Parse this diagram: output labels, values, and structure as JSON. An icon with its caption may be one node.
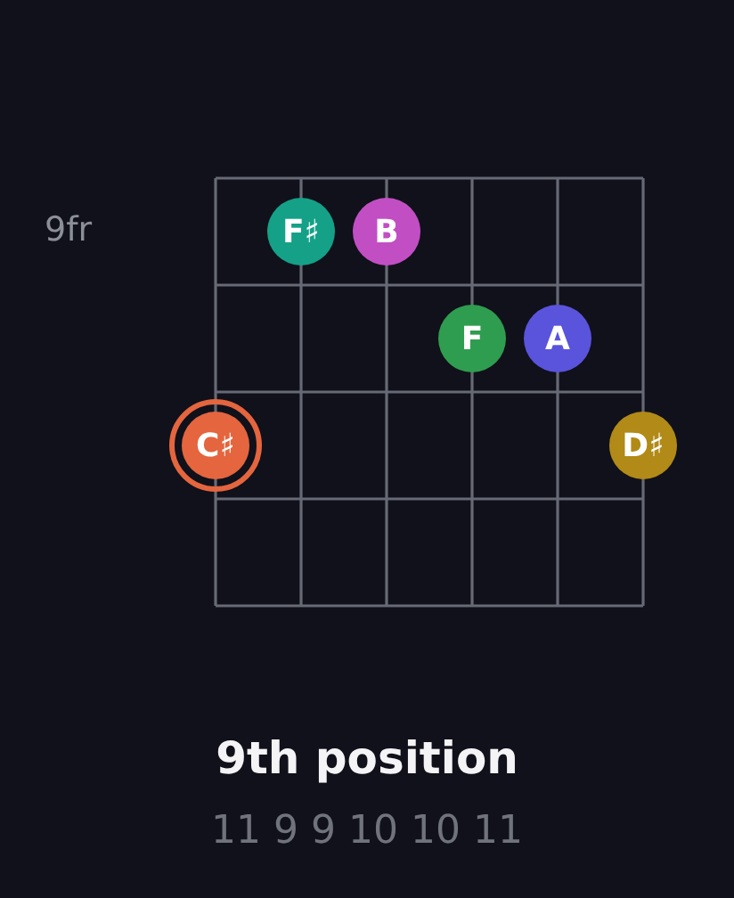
{
  "diagram": {
    "title": "9th position",
    "nodes": [
      {
        "text": [
          "F♯"
        ]
      },
      {
        "text": [
          "B"
        ]
      },
      {
        "text": [
          "F"
        ]
      },
      {
        "text": [
          "A"
        ]
      },
      {
        "text": [
          "C♯"
        ]
      },
      {
        "text": [
          "D♯"
        ]
      }
    ],
    "labels": [
      "9fr",
      "11 9 9 10 10 11"
    ]
  }
}
